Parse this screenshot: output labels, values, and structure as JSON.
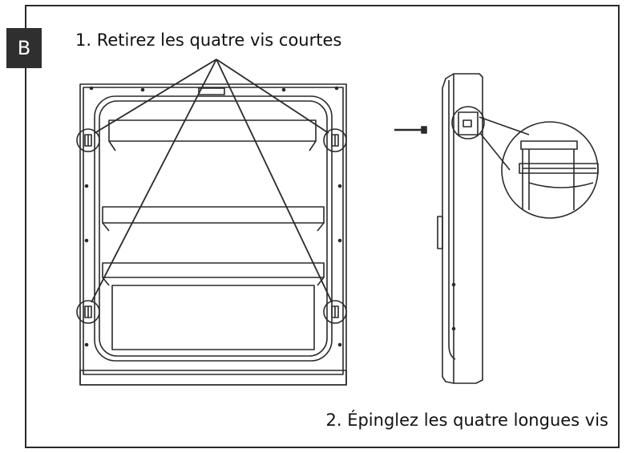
{
  "badge": {
    "label": "B"
  },
  "steps": {
    "step1": "1. Retirez les quatre vis courtes",
    "step2": "2. Épinglez les quatre longues vis"
  },
  "icons": [
    "screw-icon",
    "magnifier-callout-icon"
  ],
  "colors": {
    "line": "#2a2a2a",
    "badge_bg": "#2f2f2f",
    "background": "#ffffff"
  }
}
